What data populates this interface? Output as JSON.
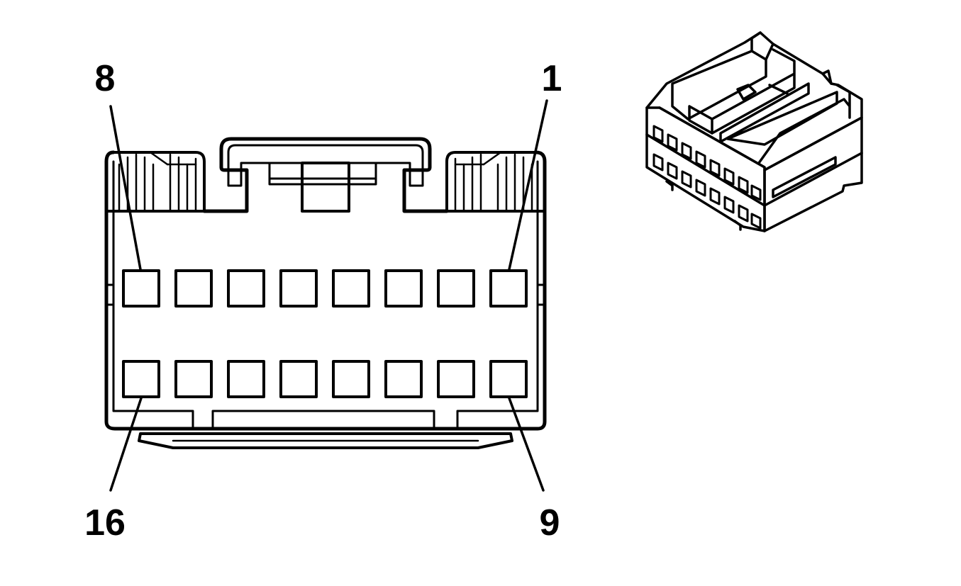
{
  "diagram": {
    "connector_front_view": {
      "pin_labels": {
        "top_left": "8",
        "top_right": "1",
        "bottom_left": "16",
        "bottom_right": "9"
      },
      "rows": 2,
      "cavities_per_row": 8
    },
    "colors": {
      "stroke": "#000000",
      "background": "#ffffff"
    }
  }
}
